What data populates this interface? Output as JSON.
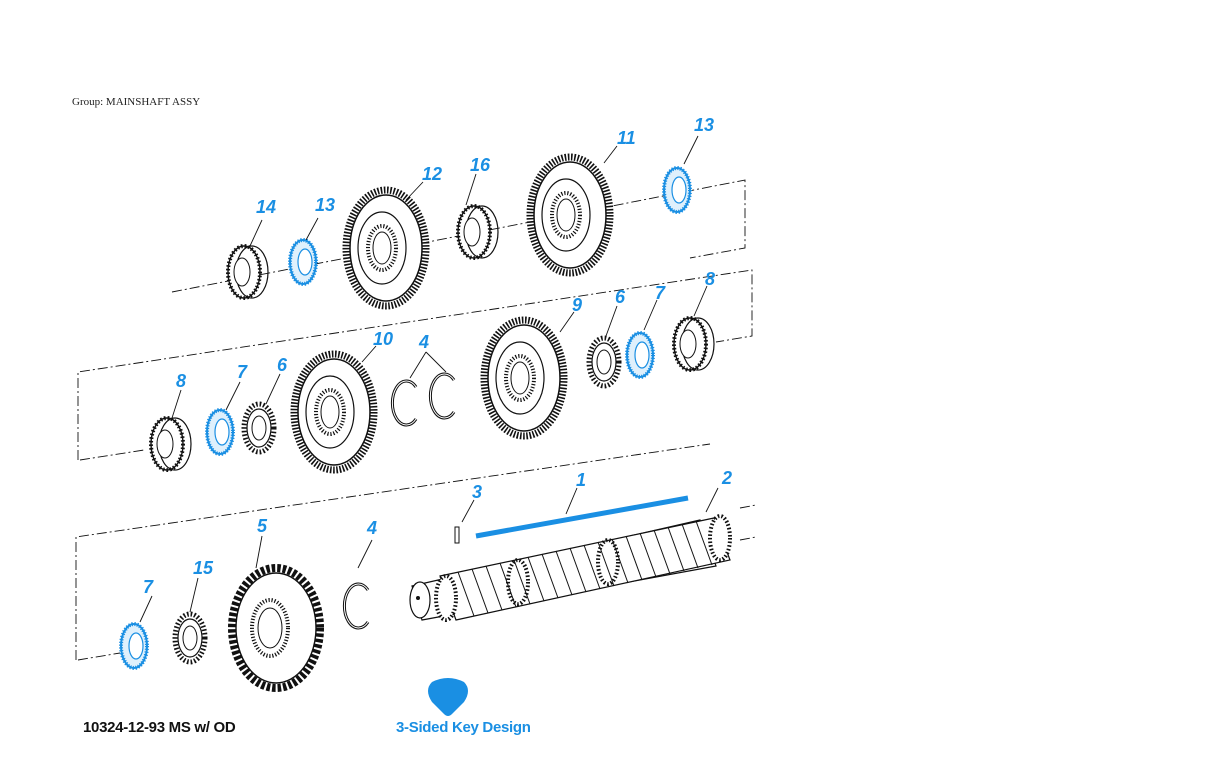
{
  "header": {
    "group_label": "Group: MAINSHAFT ASSY"
  },
  "callouts": [
    "13",
    "11",
    "16",
    "12",
    "13",
    "14",
    "8",
    "7",
    "6",
    "9",
    "10",
    "4",
    "8",
    "7",
    "6",
    "3",
    "1",
    "2",
    "5",
    "4",
    "15",
    "7"
  ],
  "footer": {
    "drawing_id": "10324-12-93 MS w/ OD",
    "key_note": "3-Sided Key Design"
  },
  "colors": {
    "accent": "#1a8fe3",
    "ink": "#111111"
  },
  "icons": {
    "key": "three-sided-key-icon"
  }
}
